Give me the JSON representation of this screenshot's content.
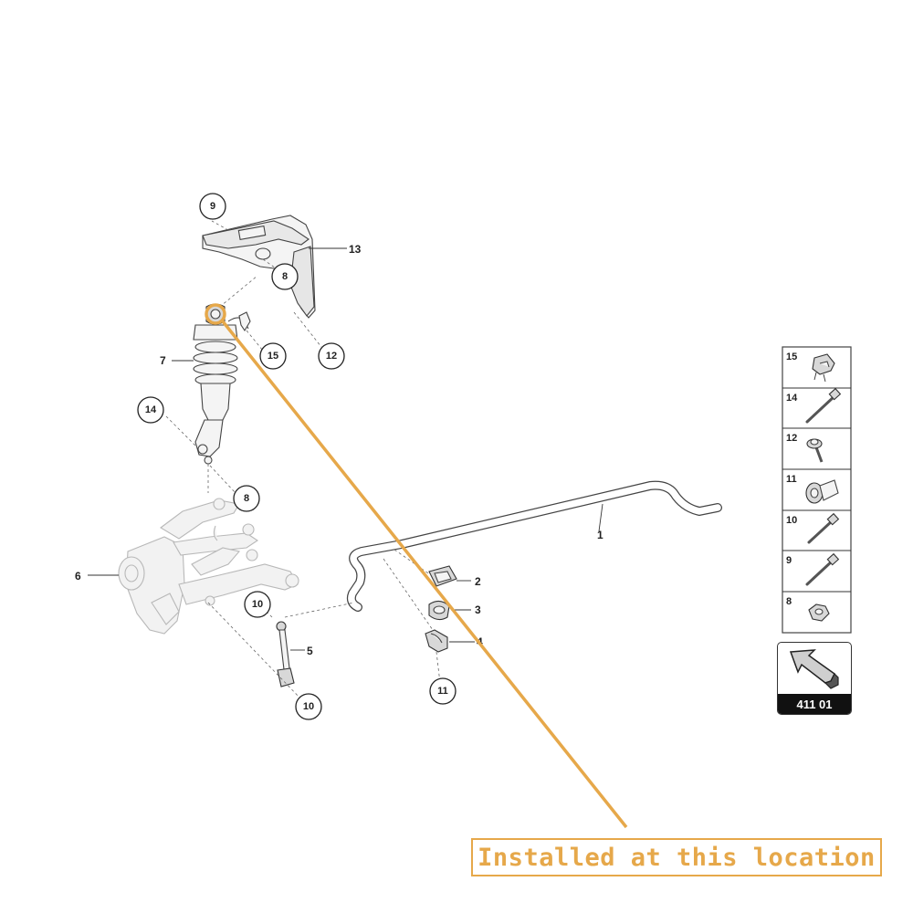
{
  "callouts": {
    "c1": "1",
    "c2": "2",
    "c3": "3",
    "c4": "4",
    "c5": "5",
    "c6": "6",
    "c7": "7",
    "c8a": "8",
    "c8b": "8",
    "c9": "9",
    "c10a": "10",
    "c10b": "10",
    "c11": "11",
    "c12": "12",
    "c13": "13",
    "c14": "14",
    "c15": "15"
  },
  "hardware_table": [
    {
      "num": "15",
      "icon": "clip-icon"
    },
    {
      "num": "14",
      "icon": "long-bolt-icon"
    },
    {
      "num": "12",
      "icon": "flange-screw-icon"
    },
    {
      "num": "11",
      "icon": "bushing-icon"
    },
    {
      "num": "10",
      "icon": "bolt-icon"
    },
    {
      "num": "9",
      "icon": "bolt-icon"
    },
    {
      "num": "8",
      "icon": "hex-nut-icon"
    }
  ],
  "reference_code": "411 01",
  "location_label": "Installed at this location",
  "colors": {
    "highlight": "#e6a84a",
    "ink": "#222222"
  }
}
